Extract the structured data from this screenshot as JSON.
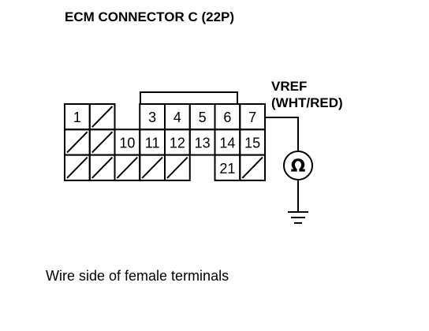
{
  "title": "ECM CONNECTOR C (22P)",
  "caption": "Wire side of female terminals",
  "signal": {
    "name": "VREF",
    "wire_color": "(WHT/RED)"
  },
  "meter_symbol": "Ω",
  "ground_symbol": "ground-icon",
  "connector": {
    "rows": [
      [
        {
          "label": "1"
        },
        {
          "label": ""
        },
        {
          "label": null
        },
        {
          "label": "3"
        },
        {
          "label": "4"
        },
        {
          "label": "5"
        },
        {
          "label": "6"
        },
        {
          "label": "7"
        }
      ],
      [
        {
          "label": ""
        },
        {
          "label": ""
        },
        {
          "label": "10"
        },
        {
          "label": "11"
        },
        {
          "label": "12"
        },
        {
          "label": "13"
        },
        {
          "label": "14"
        },
        {
          "label": "15"
        }
      ],
      [
        {
          "label": ""
        },
        {
          "label": ""
        },
        {
          "label": ""
        },
        {
          "label": ""
        },
        {
          "label": ""
        },
        {
          "label": null
        },
        {
          "label": "21"
        },
        {
          "label": ""
        }
      ]
    ]
  }
}
